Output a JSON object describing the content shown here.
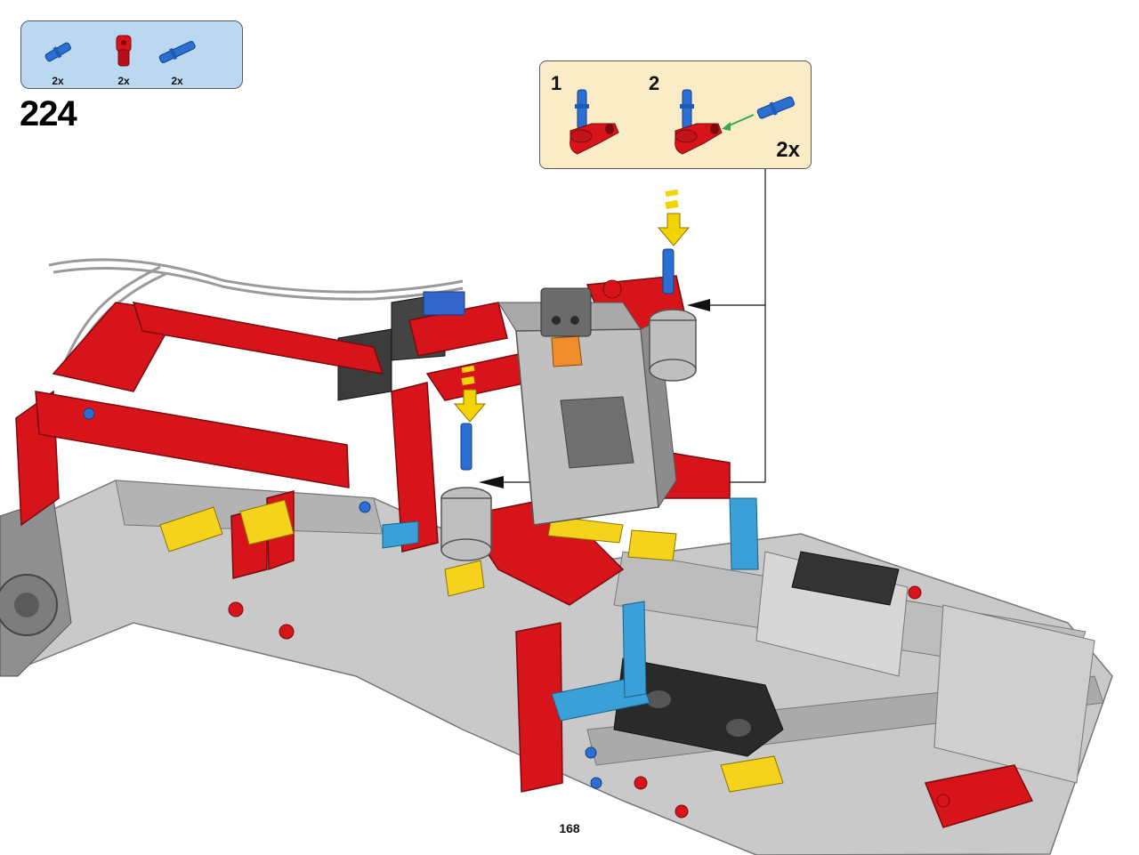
{
  "step": {
    "number": "224"
  },
  "parts_list": [
    {
      "name": "blue-axle-pin",
      "color": "#2a6fd1",
      "qty": "2x"
    },
    {
      "name": "red-angle-connector",
      "color": "#d8141b",
      "qty": "2x"
    },
    {
      "name": "blue-long-axle-pin",
      "color": "#2a6fd1",
      "qty": "2x"
    }
  ],
  "sub_assembly": {
    "steps": [
      {
        "label": "1"
      },
      {
        "label": "2"
      }
    ],
    "quantity": "2x"
  },
  "colors": {
    "red": "#d8141b",
    "blue": "#2a6fd1",
    "yellow": "#f5d21c",
    "light_gray": "#bdbdbd",
    "dark_gray": "#6b6b6b",
    "orange": "#f08c2a",
    "azure": "#3aa0d8",
    "black": "#2a2a2a",
    "arrow_yellow": "#f4d400",
    "arrow_green": "#3aa84a"
  },
  "page": {
    "number": "168"
  }
}
